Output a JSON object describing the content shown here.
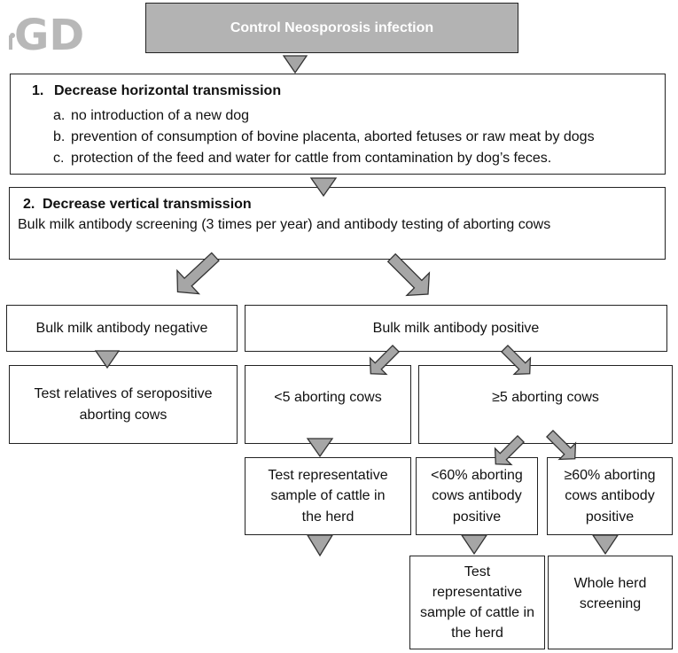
{
  "logo": {
    "text": "GD"
  },
  "title": "Control Neosporosis infection",
  "step1": {
    "number": "1.",
    "heading": "Decrease horizontal transmission",
    "items": [
      {
        "label": "a.",
        "text": "no introduction of a new dog"
      },
      {
        "label": "b.",
        "text": "prevention of consumption of bovine placenta, aborted fetuses or raw meat by dogs"
      },
      {
        "label": "c.",
        "text": "protection of the feed and water for cattle from contamination by dog’s feces."
      }
    ]
  },
  "step2": {
    "number": "2.",
    "heading": "Decrease vertical transmission",
    "text": "Bulk milk antibody screening (3 times per year) and antibody testing of aborting cows"
  },
  "branches": {
    "negative": {
      "label": "Bulk milk antibody negative",
      "action": "Test relatives of seropositive aborting cows"
    },
    "positive": {
      "label": "Bulk milk antibody positive",
      "lt5": {
        "label": "<5 aborting cows",
        "action": "Test representative sample of cattle in the herd"
      },
      "ge5": {
        "label": "≥5 aborting cows",
        "lt60": {
          "label": "<60% aborting cows antibody positive",
          "action": "Test representative sample of cattle in the herd"
        },
        "ge60": {
          "label": "≥60% aborting cows antibody positive",
          "action": "Whole herd screening"
        }
      }
    }
  },
  "colors": {
    "title_fill": "#b3b3b3",
    "arrow_fill": "#a6a6a6",
    "border": "#222222",
    "logo_gray": "#b8b8b8"
  }
}
